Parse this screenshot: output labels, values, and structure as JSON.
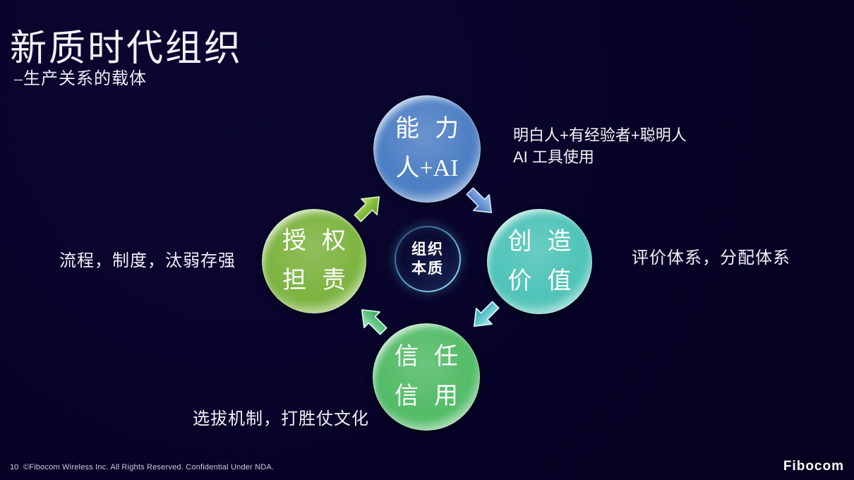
{
  "slide": {
    "title": "新质时代组织",
    "subtitle": "–生产关系的载体"
  },
  "diagram": {
    "center": {
      "line1": "组织",
      "line2": "本质"
    },
    "nodes": {
      "top": {
        "line1": "能力",
        "line2": "人+AI"
      },
      "right": {
        "line1": "创造",
        "line2": "价值"
      },
      "bottom": {
        "line1": "信任",
        "line2": "信用"
      },
      "left": {
        "line1": "授权",
        "line2": "担责"
      }
    },
    "annotations": {
      "capability_line1": "明白人+有经验者+聪明人",
      "capability_line2": "AI 工具使用",
      "value": "评价体系，分配体系",
      "authorization": "流程，制度，汰弱存强",
      "trust": "选拔机制，打胜仗文化"
    },
    "arrows": [
      {
        "id": "left-to-top",
        "direction": "ne",
        "color": "#86bd3f"
      },
      {
        "id": "top-to-right",
        "direction": "se",
        "color": "#6b96d6"
      },
      {
        "id": "right-to-bottom",
        "direction": "sw",
        "color": "#64c8cc"
      },
      {
        "id": "bottom-to-left",
        "direction": "nw",
        "color": "#63c584"
      }
    ],
    "colors": {
      "background": "#070327",
      "node_top": "#4d7fc4",
      "node_right": "#50c4b8",
      "node_bottom": "#54bc68",
      "node_left": "#7eb441",
      "center_ring": "#8fdcee"
    }
  },
  "footer": {
    "page_number": "10",
    "copyright": "©Fibocom Wireless Inc. All Rights Reserved. Confidential Under NDA.",
    "logo": "Fibocom"
  }
}
